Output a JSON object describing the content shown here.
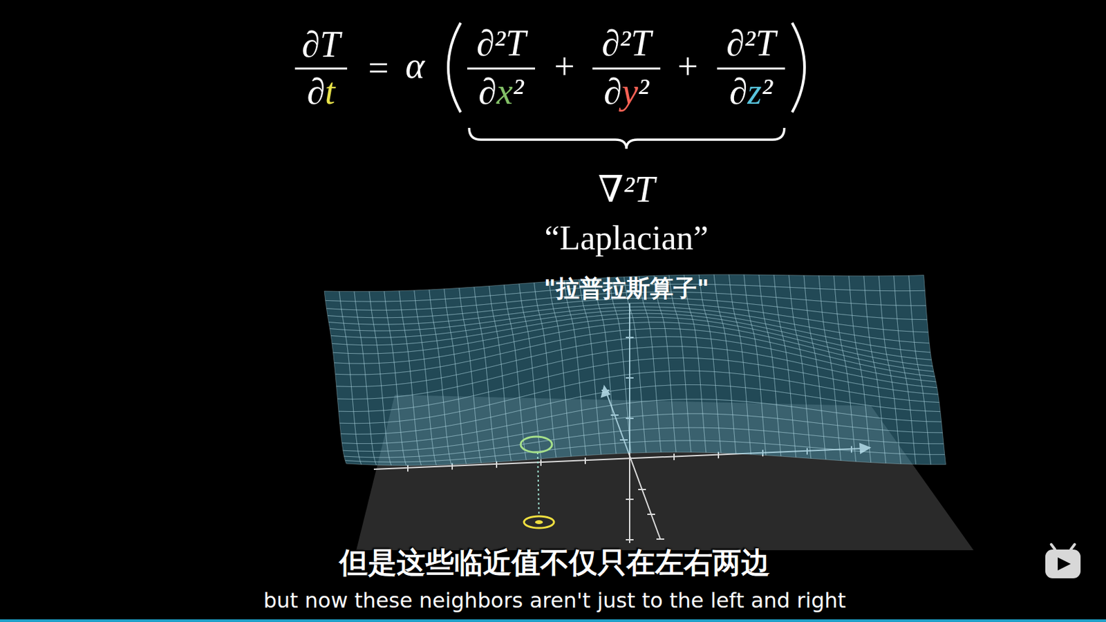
{
  "diagram": {
    "labels": [
      "∂T",
      "∂t",
      "=",
      "α",
      "∂²T",
      "∂x²",
      "+",
      "∂²T",
      "∂y²",
      "+",
      "∂²T",
      "∂z²",
      "∇²T",
      "“Laplacian”",
      "\"拉普拉斯算子\"",
      "但是这些临近值不仅只在左右两边",
      "but now these neighbors aren't just to the left and right"
    ]
  }
}
